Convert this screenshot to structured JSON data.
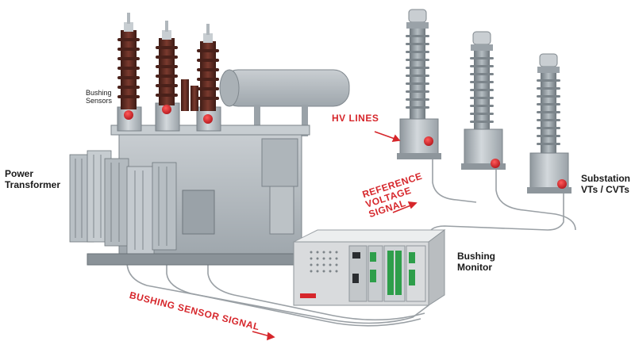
{
  "labels": {
    "bushing_sensors": "Bushing Sensors",
    "power_transformer": "Power Transformer",
    "hv_lines": "HV LINES",
    "reference_voltage_signal": "REFERENCE VOLTAGE SIGNAL",
    "substation_vts": "Substation VTs / CVTs",
    "bushing_monitor": "Bushing Monitor",
    "bushing_sensor_signal": "BUSHING SENSOR SIGNAL"
  },
  "colors": {
    "signal_red": "#d6262b",
    "insulator_brown": "#5a2a22",
    "insulator_gray": "#8c959b",
    "steel": "#b7bec4",
    "monitor_body": "#d9dbdd",
    "terminal_green": "#2e9e4a"
  },
  "icons": [
    "sensor-dot-icon",
    "arrow-right-icon"
  ]
}
